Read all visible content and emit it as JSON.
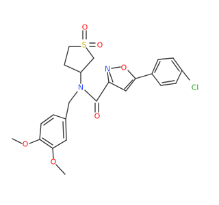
{
  "molecule": {
    "bond_color": "#3a3a3a",
    "colors": {
      "O": "#ff0d0d",
      "N": "#3050f8",
      "S": "#c9b400",
      "Cl": "#1fa01f"
    },
    "atom_labels": {
      "sulfone_o1": "O",
      "sulfone_s": "S",
      "sulfone_o2": "O",
      "isoxazole_n": "N",
      "isoxazole_o": "O",
      "amide_n": "N",
      "amide_o": "O",
      "chlorine": "Cl",
      "methoxy_o_upper": "O",
      "methoxy_o_lower": "O"
    }
  }
}
